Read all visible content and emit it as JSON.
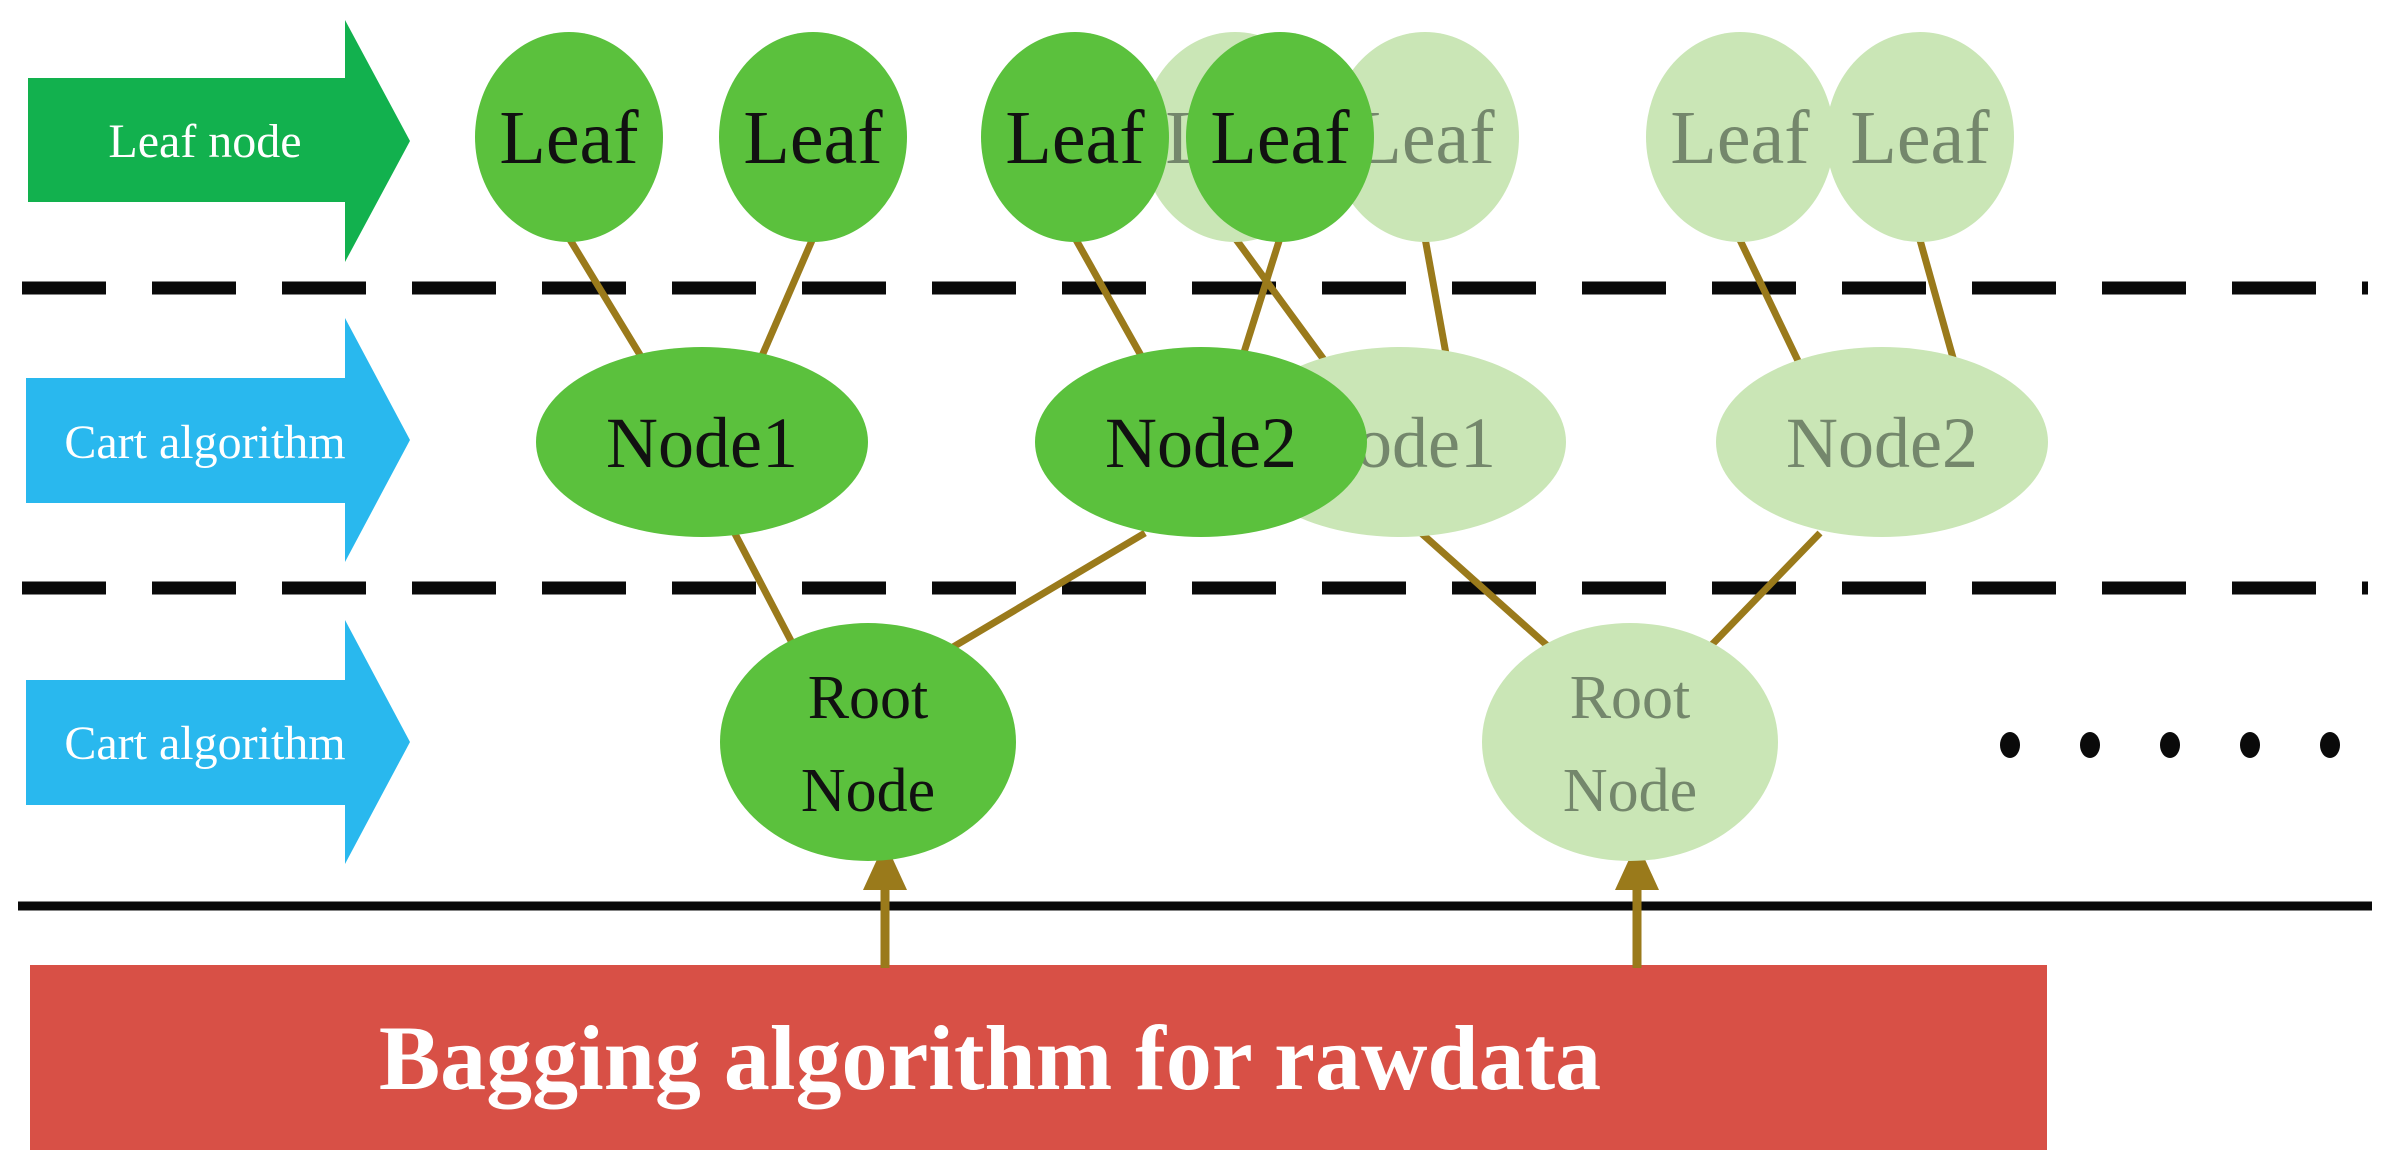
{
  "banner": {
    "label": "Bagging algorithm for rawdata"
  },
  "row_labels": {
    "leaf_node": "Leaf node",
    "cart_algorithm_middle": "Cart algorithm",
    "cart_algorithm_bottom": "Cart algorithm"
  },
  "labels": {
    "leaf": "Leaf",
    "node1": "Node1",
    "node2": "Node2",
    "root_line1": "Root",
    "root_line2": "Node"
  },
  "colors": {
    "bright_fill": "#5bc13d",
    "faded_fill": "#cae6b6",
    "bright_text": "#111111",
    "faded_text": "#74876c",
    "leaf_arrow_fill": "#12b14e",
    "cart_arrow_fill": "#29b8ee",
    "arrow_label_text": "#ffffff",
    "connector": "#9a7a1b",
    "separator": "#0a0a0a",
    "banner_fill": "#d85046",
    "banner_text": "#ffffff"
  },
  "ellipsis_dot_count": 5
}
